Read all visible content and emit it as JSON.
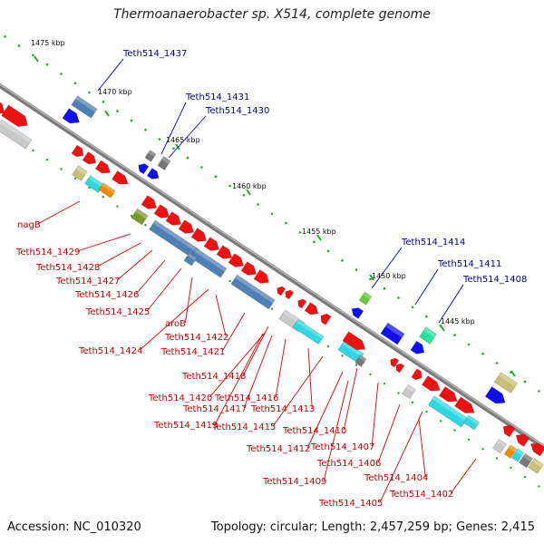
{
  "title": "Thermoanaerobacter sp. X514, complete genome",
  "footer": {
    "accession": "Accession: NC_010320",
    "summary": "Topology: circular; Length: 2,457,259 bp; Genes: 2,415"
  },
  "ticks": [
    "1475 kbp",
    "1470 kbp",
    "1465 kbp",
    "1460 kbp",
    "1455 kbp",
    "1450 kbp",
    "1445 kbp"
  ],
  "labels_red": [
    "nagB",
    "Teth514_1429",
    "Teth514_1428",
    "Teth514_1427",
    "Teth514_1426",
    "Teth514_1425",
    "aroB",
    "Teth514_1422",
    "Teth514_1424",
    "Teth514_1421",
    "Teth514_1418",
    "Teth514_1420",
    "Teth514_1416",
    "Teth514_1417",
    "Teth514_1413",
    "Teth514_1419",
    "Teth514_1415",
    "Teth514_1410",
    "Teth514_1407",
    "Teth514_1412",
    "Teth514_1406",
    "Teth514_1409",
    "Teth514_1404",
    "Teth514_1402",
    "Teth514_1405"
  ],
  "labels_blue": [
    "Teth514_1437",
    "Teth514_1431",
    "Teth514_1430",
    "Teth514_1414",
    "Teth514_1411",
    "Teth514_1408"
  ],
  "colors": {
    "red": "#ee1111",
    "blue": "#1010ee",
    "steel": "#4f7fb5",
    "cyan": "#20d8e0",
    "gray": "#c8c8c8",
    "darkgray": "#777777",
    "olive": "#c8bf78",
    "green": "#66cc33",
    "orange": "#f08a00",
    "label_red": "#cc0000",
    "label_blue": "#000099",
    "tick": "#22aa22"
  }
}
